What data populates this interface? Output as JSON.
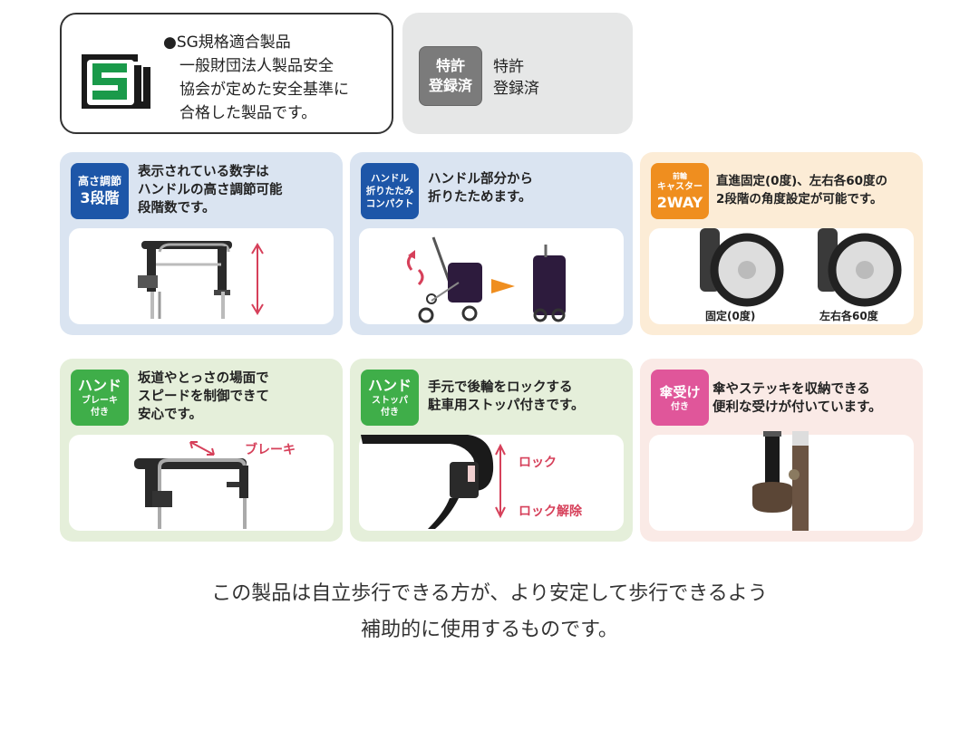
{
  "sg_certification": {
    "logo": "sg-mark-icon",
    "lines": [
      "●SG規格適合製品",
      "一般財団法人製品安全",
      "協会が定めた安全基準に",
      "合格した製品です。"
    ]
  },
  "patent": {
    "badge_lines": [
      "特許",
      "登録済"
    ],
    "text_lines": [
      "特許",
      "登録済"
    ]
  },
  "features": [
    {
      "id": "height-adjust",
      "theme": "blue",
      "badge_lines": [
        "高さ調節",
        "3段階"
      ],
      "text_lines": [
        "表示されている数字は",
        "ハンドルの高さ調節可能",
        "段階数です。"
      ],
      "image": "handle-height-illustration"
    },
    {
      "id": "fold-compact",
      "theme": "blue",
      "badge_lines": [
        "ハンドル",
        "折りたたみ",
        "コンパクト"
      ],
      "text_lines": [
        "ハンドル部分から",
        "折りたためます。"
      ],
      "image": "folding-walker-illustration"
    },
    {
      "id": "caster-2way",
      "theme": "orange",
      "badge_lines": [
        "前輪",
        "キャスター",
        "2WAY"
      ],
      "text_lines": [
        "直進固定(0度)、左右各60度の",
        "2段階の角度設定が可能です。"
      ],
      "image": "caster-wheels-illustration",
      "captions": [
        "固定(0度)",
        "左右各60度"
      ]
    },
    {
      "id": "hand-brake",
      "theme": "green",
      "badge_lines": [
        "ハンド",
        "ブレーキ",
        "付き"
      ],
      "text_lines": [
        "坂道やとっさの場面で",
        "スピードを制御できて",
        "安心です。"
      ],
      "image": "hand-brake-illustration",
      "labels": [
        "ブレーキ"
      ]
    },
    {
      "id": "hand-stopper",
      "theme": "green",
      "badge_lines": [
        "ハンド",
        "ストッパ",
        "付き"
      ],
      "text_lines": [
        "手元で後輪をロックする",
        "駐車用ストッパ付きです。"
      ],
      "image": "stopper-illustration",
      "labels": [
        "ロック",
        "ロック解除"
      ]
    },
    {
      "id": "umbrella-holder",
      "theme": "pink",
      "badge_lines": [
        "傘受け",
        "付き"
      ],
      "text_lines": [
        "傘やステッキを収納できる",
        "便利な受けが付いています。"
      ],
      "image": "umbrella-holder-illustration"
    }
  ],
  "footer": {
    "lines": [
      "この製品は自立歩行できる方が、より安定して歩行できるよう",
      "補助的に使用するものです。"
    ]
  },
  "colors": {
    "blue_badge": "#1d56a8",
    "orange_badge": "#ef8e1f",
    "green_badge": "#3fae49",
    "pink_badge": "#e0569a",
    "annotation_red": "#d6405a",
    "sg_green": "#1a9a4a"
  }
}
